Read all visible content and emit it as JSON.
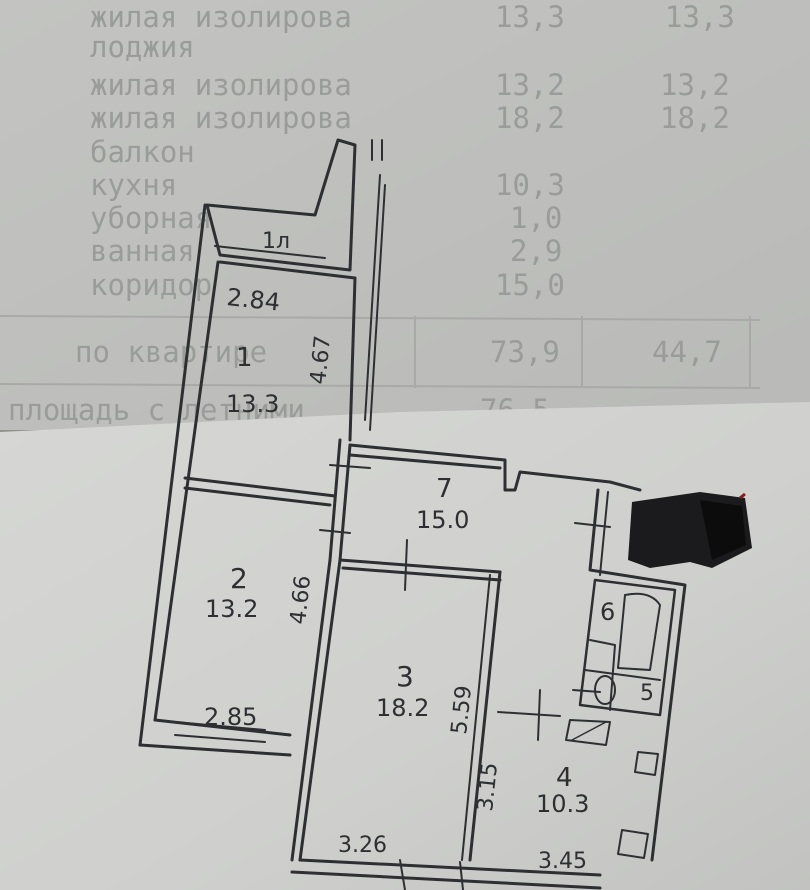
{
  "area_table": {
    "rows": [
      {
        "name": "жилая изолирова",
        "v1": "13,3",
        "v2": "13,3"
      },
      {
        "name": "лоджия",
        "v1": "",
        "v2": ""
      },
      {
        "name": "жилая изолирова",
        "v1": "13,2",
        "v2": "13,2"
      },
      {
        "name": "жилая изолирова",
        "v1": "18,2",
        "v2": "18,2"
      },
      {
        "name": "балкон",
        "v1": "",
        "v2": ""
      },
      {
        "name": "кухня",
        "v1": "10,3",
        "v2": ""
      },
      {
        "name": "уборная",
        "v1": "1,0",
        "v2": ""
      },
      {
        "name": "ванная",
        "v1": "2,9",
        "v2": ""
      },
      {
        "name": "коридор",
        "v1": "15,0",
        "v2": ""
      }
    ],
    "total_label": "по квартире",
    "total_v1": "73,9",
    "total_v2": "44,7",
    "footer_label": "площадь с летними",
    "footer_value": "76,5"
  },
  "plan": {
    "rooms": [
      {
        "num": "1",
        "area": "13.3"
      },
      {
        "num": "2",
        "area": "13.2"
      },
      {
        "num": "3",
        "area": "18.2"
      },
      {
        "num": "4",
        "area": "10.3"
      },
      {
        "num": "5",
        "area": ""
      },
      {
        "num": "6",
        "area": ""
      },
      {
        "num": "7",
        "area": "15.0"
      }
    ],
    "loggia_label": "1л",
    "dimensions": [
      "2.84",
      "4.67",
      "4.66",
      "2.85",
      "5.59",
      "3.15",
      "3.26",
      "3.45"
    ]
  },
  "colors": {
    "paper_top": "#c2c3c0",
    "paper_bottom": "#d5d5d3",
    "ink": "#2e2f33",
    "table_ink": "#9a9c9a"
  }
}
